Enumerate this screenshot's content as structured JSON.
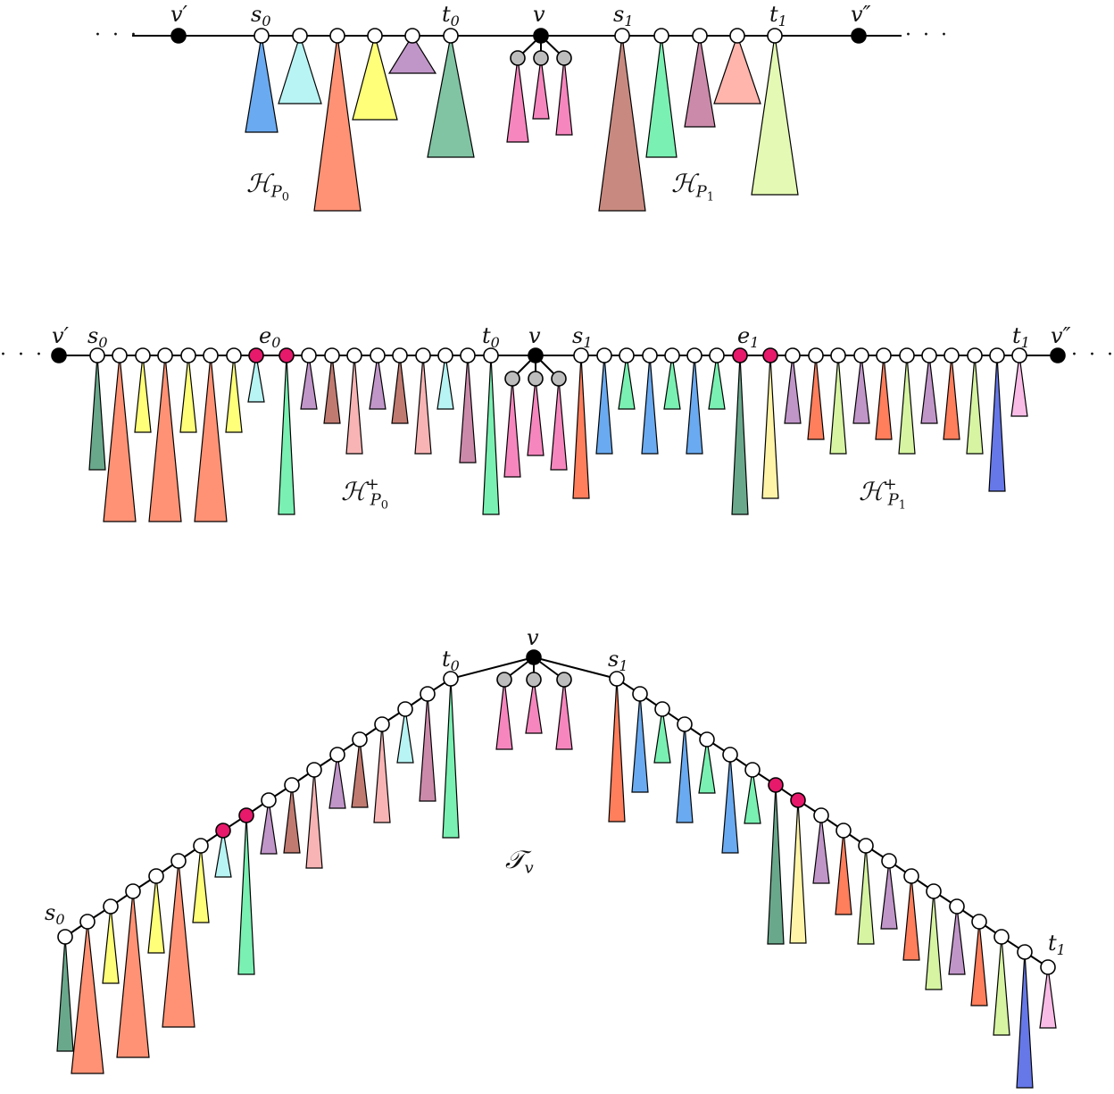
{
  "panels": [
    {
      "id": "top",
      "endpoint_left": "v′",
      "endpoint_right": "v″",
      "center": "v",
      "path_labels": [
        {
          "main": "s",
          "sub": "0"
        },
        {
          "main": "t",
          "sub": "0"
        },
        {
          "main": "s",
          "sub": "1"
        },
        {
          "main": "t",
          "sub": "1"
        }
      ],
      "region_labels": [
        {
          "main": "ℋ",
          "sub": "P",
          "subsub": "0"
        },
        {
          "main": "ℋ",
          "sub": "P",
          "subsub": "1"
        }
      ],
      "ellipsis": "· · ·"
    },
    {
      "id": "middle",
      "endpoint_left": "v′",
      "endpoint_right": "v″",
      "center": "v",
      "path_labels": [
        {
          "main": "s",
          "sub": "0"
        },
        {
          "main": "e",
          "sub": "0"
        },
        {
          "main": "t",
          "sub": "0"
        },
        {
          "main": "s",
          "sub": "1"
        },
        {
          "main": "e",
          "sub": "1"
        },
        {
          "main": "t",
          "sub": "1"
        }
      ],
      "region_labels": [
        {
          "main": "ℋ",
          "sup": "+",
          "sub": "P",
          "subsub": "0"
        },
        {
          "main": "ℋ",
          "sup": "+",
          "sub": "P",
          "subsub": "1"
        }
      ],
      "ellipsis": "· · ·"
    },
    {
      "id": "bottom",
      "center": "v",
      "path_labels": [
        {
          "main": "t",
          "sub": "0"
        },
        {
          "main": "s",
          "sub": "1"
        },
        {
          "main": "s",
          "sub": "0"
        },
        {
          "main": "t",
          "sub": "1"
        }
      ],
      "region_labels": [
        {
          "main": "𝒯",
          "sub": "v"
        }
      ]
    }
  ],
  "colors": {
    "path_node": "#ffffff",
    "endpoint_node": "#000000",
    "child_node": "#bdbdbd",
    "special_node": "#e6196b",
    "blue": "#6aaaf0",
    "cyan": "#b8f4f4",
    "salmon": "#ff9274",
    "yellow": "#ffff7a",
    "purple": "#c096c8",
    "teal": "#80c4a4",
    "pink": "#f687be",
    "brown": "#c88a80",
    "mint": "#7af0b2",
    "mauve": "#cc8aaa",
    "rose": "#ffb4ac",
    "lime": "#e4fab4",
    "darkteal": "#6aa88c",
    "palerose": "#f8b4b4",
    "redbrown": "#c07a70",
    "orange": "#ff7e5c",
    "palegreen": "#d6f4a2",
    "sand": "#fff4a8",
    "indigo": "#6678e8",
    "lightpink": "#f9bce6"
  }
}
